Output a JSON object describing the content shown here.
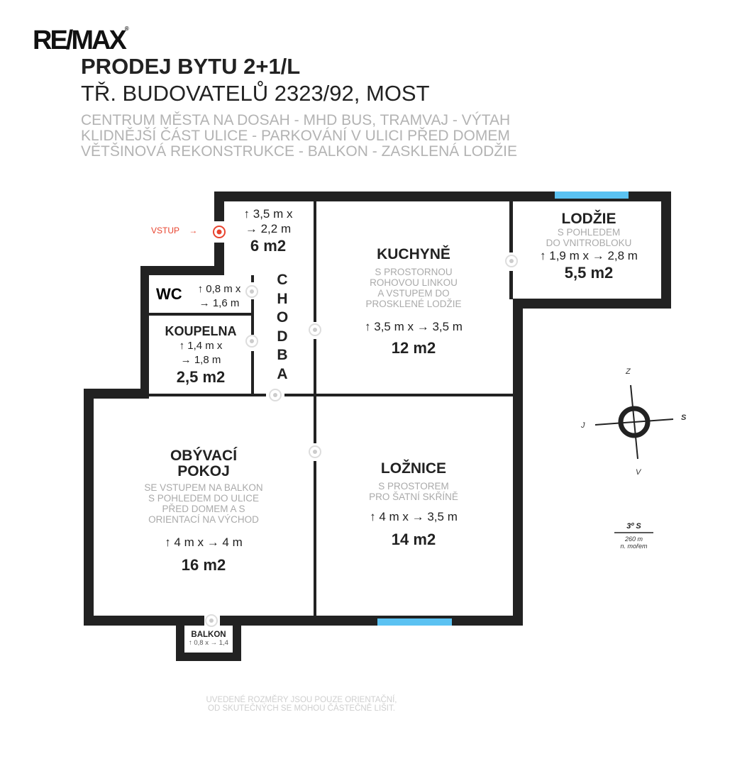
{
  "brand": {
    "logo": "RE/MAX",
    "trademark": "®"
  },
  "header": {
    "title": "PRODEJ BYTU 2+1/L",
    "address": "TŘ. BUDOVATELŮ 2323/92, MOST",
    "taglines": [
      "CENTRUM MĚSTA NA DOSAH - MHD BUS, TRAMVAJ - VÝTAH",
      "KLIDNĚJŠÍ ČÁST ULICE - PARKOVÁNÍ V ULICI PŘED DOMEM",
      "VĚTŠINOVÁ REKONSTRUKCE - BALKON - ZASKLENÁ LODŽIE"
    ]
  },
  "entrance": {
    "label": "VSTUP",
    "arrow": "→"
  },
  "rooms": {
    "hall": {
      "name": "CHODBA",
      "letters": [
        "C",
        "H",
        "O",
        "D",
        "B",
        "A"
      ],
      "dim1": "↑ 3,5 m x",
      "dim2": "→ 2,2 m",
      "area": "6 m2"
    },
    "wc": {
      "name": "WC",
      "dim1": "↑ 0,8 m x",
      "dim2": "→ 1,6 m"
    },
    "bathroom": {
      "name": "KOUPELNA",
      "dim1": "↑ 1,4 m x",
      "dim2": "→ 1,8 m",
      "area": "2,5 m2"
    },
    "kitchen": {
      "name": "KUCHYNĚ",
      "desc": [
        "S PROSTORNOU",
        "ROHOVOU LINKOU",
        "A VSTUPEM DO",
        "PROSKLENÉ LODŽIE"
      ],
      "dim": "↑ 3,5 m x → 3,5 m",
      "area": "12 m2"
    },
    "loggia": {
      "name": "LODŽIE",
      "desc": [
        "S POHLEDEM",
        "DO VNITROBLOKU"
      ],
      "dim": "↑ 1,9 m x → 2,8 m",
      "area": "5,5 m2"
    },
    "living": {
      "name": [
        "OBÝVACÍ",
        "POKOJ"
      ],
      "desc": [
        "SE VSTUPEM NA BALKON",
        "S POHLEDEM DO ULICE",
        "PŘED DOMEM A S",
        "ORIENTACÍ NA VÝCHOD"
      ],
      "dim": "↑ 4 m x → 4 m",
      "area": "16 m2"
    },
    "bedroom": {
      "name": "LOŽNICE",
      "desc": [
        "S PROSTOREM",
        "PRO ŠATNÍ SKŘÍNĚ"
      ],
      "dim": "↑ 4 m x → 3,5 m",
      "area": "14 m2"
    },
    "balcony": {
      "name": "BALKON",
      "dim": "↑ 0,8 x → 1,4"
    }
  },
  "compass": {
    "north": "Z",
    "south": "V",
    "west": "J",
    "east": "S"
  },
  "floor_info": {
    "floor": "3º S",
    "altitude": "260 m",
    "altitude_note": "n. mořem"
  },
  "disclaimer": [
    "UVEDENÉ ROZMĚRY JSOU POUZE ORIENTAČNÍ,",
    "OD SKUTEČNÝCH SE MOHOU ČÁSTEČNĚ LIŠIT."
  ],
  "colors": {
    "wall": "#222222",
    "window": "#5bc2f2",
    "entrance": "#e8432e",
    "muted": "#aaaaaa"
  }
}
